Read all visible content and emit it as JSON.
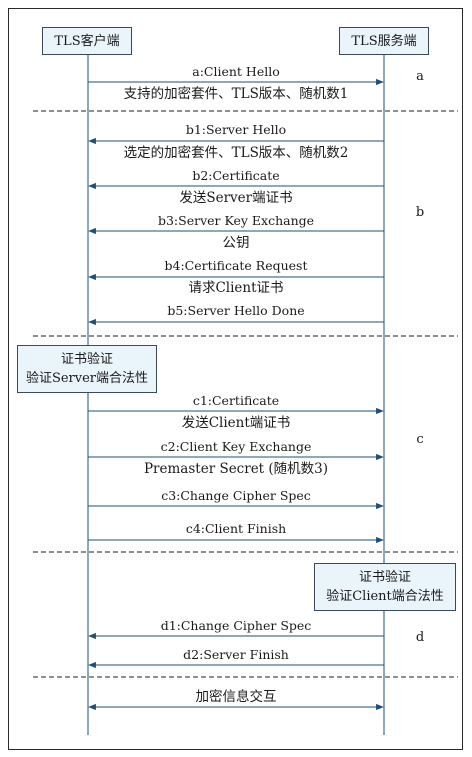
{
  "participants": {
    "client": "TLS客户端",
    "server": "TLS服务端"
  },
  "phases": [
    "a",
    "b",
    "c",
    "d"
  ],
  "messages": [
    {
      "id": "a",
      "label": "a:Client Hello",
      "note": "支持的加密套件、TLS版本、随机数1",
      "dir": "right"
    },
    {
      "id": "b1",
      "label": "b1:Server Hello",
      "note": "选定的加密套件、TLS版本、随机数2",
      "dir": "left"
    },
    {
      "id": "b2",
      "label": "b2:Certificate",
      "note": "发送Server端证书",
      "dir": "left"
    },
    {
      "id": "b3",
      "label": "b3:Server Key Exchange",
      "note": "公钥",
      "dir": "left"
    },
    {
      "id": "b4",
      "label": "b4:Certificate Request",
      "note": "请求Client证书",
      "dir": "left"
    },
    {
      "id": "b5",
      "label": "b5:Server Hello Done",
      "note": "",
      "dir": "left"
    },
    {
      "id": "c1",
      "label": "c1:Certificate",
      "note": "发送Client端证书",
      "dir": "right"
    },
    {
      "id": "c2",
      "label": "c2:Client Key Exchange",
      "note": "Premaster Secret (随机数3)",
      "dir": "right"
    },
    {
      "id": "c3",
      "label": "c3:Change Cipher Spec",
      "note": "",
      "dir": "right"
    },
    {
      "id": "c4",
      "label": "c4:Client Finish",
      "note": "",
      "dir": "right"
    },
    {
      "id": "d1",
      "label": "d1:Change Cipher Spec",
      "note": "",
      "dir": "left"
    },
    {
      "id": "d2",
      "label": "d2:Server Finish",
      "note": "",
      "dir": "left"
    },
    {
      "id": "e",
      "label": "加密信息交互",
      "note": "",
      "dir": "both"
    }
  ],
  "verify_client_side": {
    "line1": "证书验证",
    "line2": "验证Server端合法性"
  },
  "verify_server_side": {
    "line1": "证书验证",
    "line2": "验证Client端合法性"
  }
}
